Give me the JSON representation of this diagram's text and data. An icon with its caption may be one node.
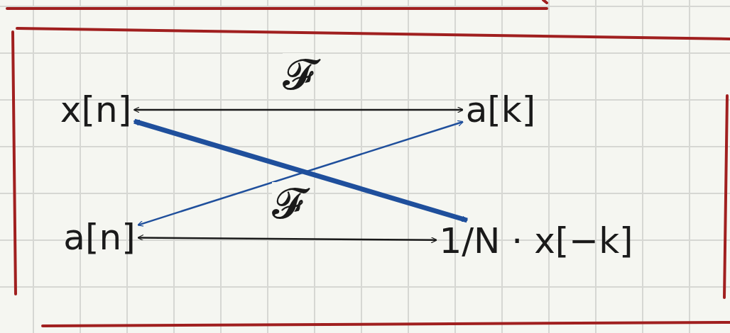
{
  "diagram": {
    "nodes": [
      {
        "text": [
          "x[n]"
        ]
      },
      {
        "text": [
          "a[k]"
        ]
      },
      {
        "text": [
          "a[n]"
        ]
      },
      {
        "text": [
          "1/N · x[−k]"
        ]
      }
    ],
    "edges": [
      {
        "from": 0,
        "to": 1,
        "arrow": "both",
        "label": "𝓕"
      },
      {
        "from": 2,
        "to": 3,
        "arrow": "both",
        "label": "𝓕"
      },
      {
        "from": 2,
        "to": 1,
        "arrow": "both",
        "color": "#1f4f9c"
      },
      {
        "from": 0,
        "to": 3,
        "arrow": "both",
        "color": "#1f4f9c",
        "style": "thick"
      }
    ]
  }
}
